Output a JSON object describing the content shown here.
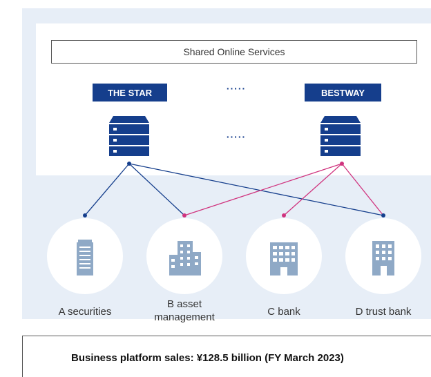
{
  "shared_services": {
    "label": "Shared Online Services"
  },
  "systems": [
    {
      "name": "THE STAR",
      "icon": "server-stack-icon"
    },
    {
      "name": "BESTWAY",
      "icon": "server-stack-icon"
    }
  ],
  "ellipsis": "·····",
  "entities": [
    {
      "label": "A securities",
      "icon": "building-icon"
    },
    {
      "label": "B asset management",
      "icon": "office-buildings-icon"
    },
    {
      "label": "C bank",
      "icon": "bank-building-icon"
    },
    {
      "label": "D trust bank",
      "icon": "office-tower-icon"
    }
  ],
  "colors": {
    "navy": "#153e8c",
    "magenta": "#d0337e",
    "icon_blue": "#8fa9c6",
    "panel": "#e7eef7"
  },
  "footer": {
    "text": "Business platform sales: ¥128.5 billion (FY March 2023)"
  }
}
